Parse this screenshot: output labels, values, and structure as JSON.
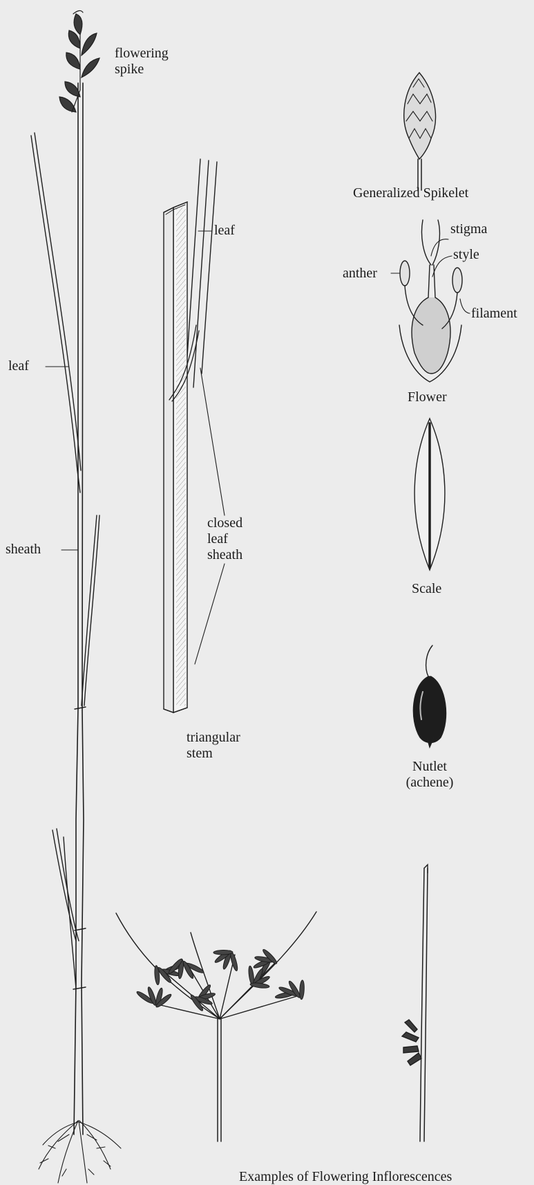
{
  "labels": {
    "flowering_spike": "flowering spike",
    "leaf_left": "leaf",
    "sheath": "sheath",
    "leaf_stem": "leaf",
    "closed_leaf_sheath": "closed leaf sheath",
    "triangular_stem": "triangular stem",
    "generalized_spikelet": "Generalized Spikelet",
    "stigma": "stigma",
    "style": "style",
    "anther": "anther",
    "filament": "filament",
    "flower": "Flower",
    "scale": "Scale",
    "nutlet": "Nutlet (achene)",
    "inflorescences": "Examples of Flowering Inflorescences"
  }
}
